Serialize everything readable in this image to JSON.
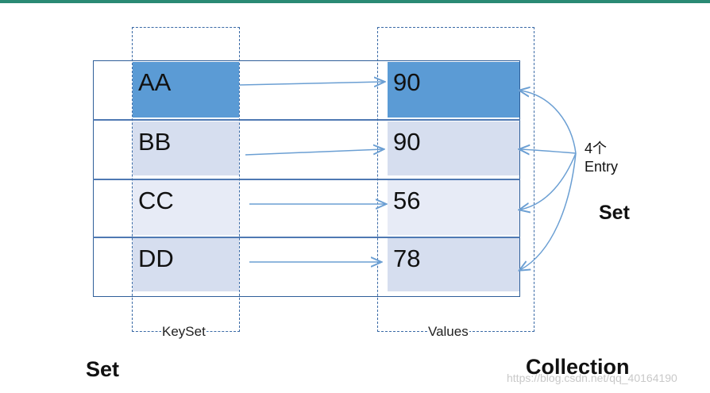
{
  "keys": [
    "AA",
    "BB",
    "CC",
    "DD"
  ],
  "values": [
    "90",
    "90",
    "56",
    "78"
  ],
  "key_box_label": "KeySet",
  "value_box_label": "Values",
  "entry_label": [
    "4个",
    "Entry"
  ],
  "right_set_label": "Set",
  "bottom_left_label": "Set",
  "bottom_right_label": "Collection",
  "watermark": "https://blog.csdn.net/qq_40164190",
  "colors": {
    "top_bar": "#2a8a74",
    "accent_cell": "#5b9bd5",
    "row_cell": "#d6deef",
    "row_cell_light": "#e7ebf6",
    "arrow": "#6b9fd3",
    "line": "#4f79b3"
  }
}
